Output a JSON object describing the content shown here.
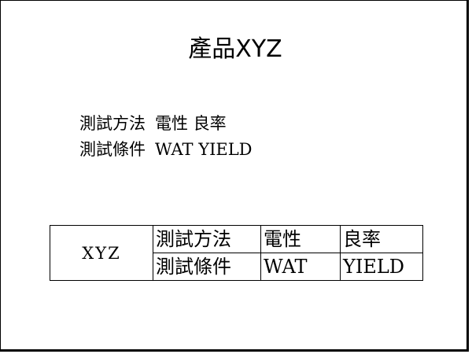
{
  "slide": {
    "title": "產品XYZ",
    "lines": [
      {
        "label": "測試方法",
        "value": "電性 良率"
      },
      {
        "label": "測試條件",
        "value": "WAT YIELD"
      }
    ],
    "table": {
      "product": "XYZ",
      "rows": [
        {
          "header": "測試方法",
          "col1": "電性",
          "col2": "良率"
        },
        {
          "header": "測試條件",
          "col1": "WAT",
          "col2": "YIELD"
        }
      ]
    }
  }
}
